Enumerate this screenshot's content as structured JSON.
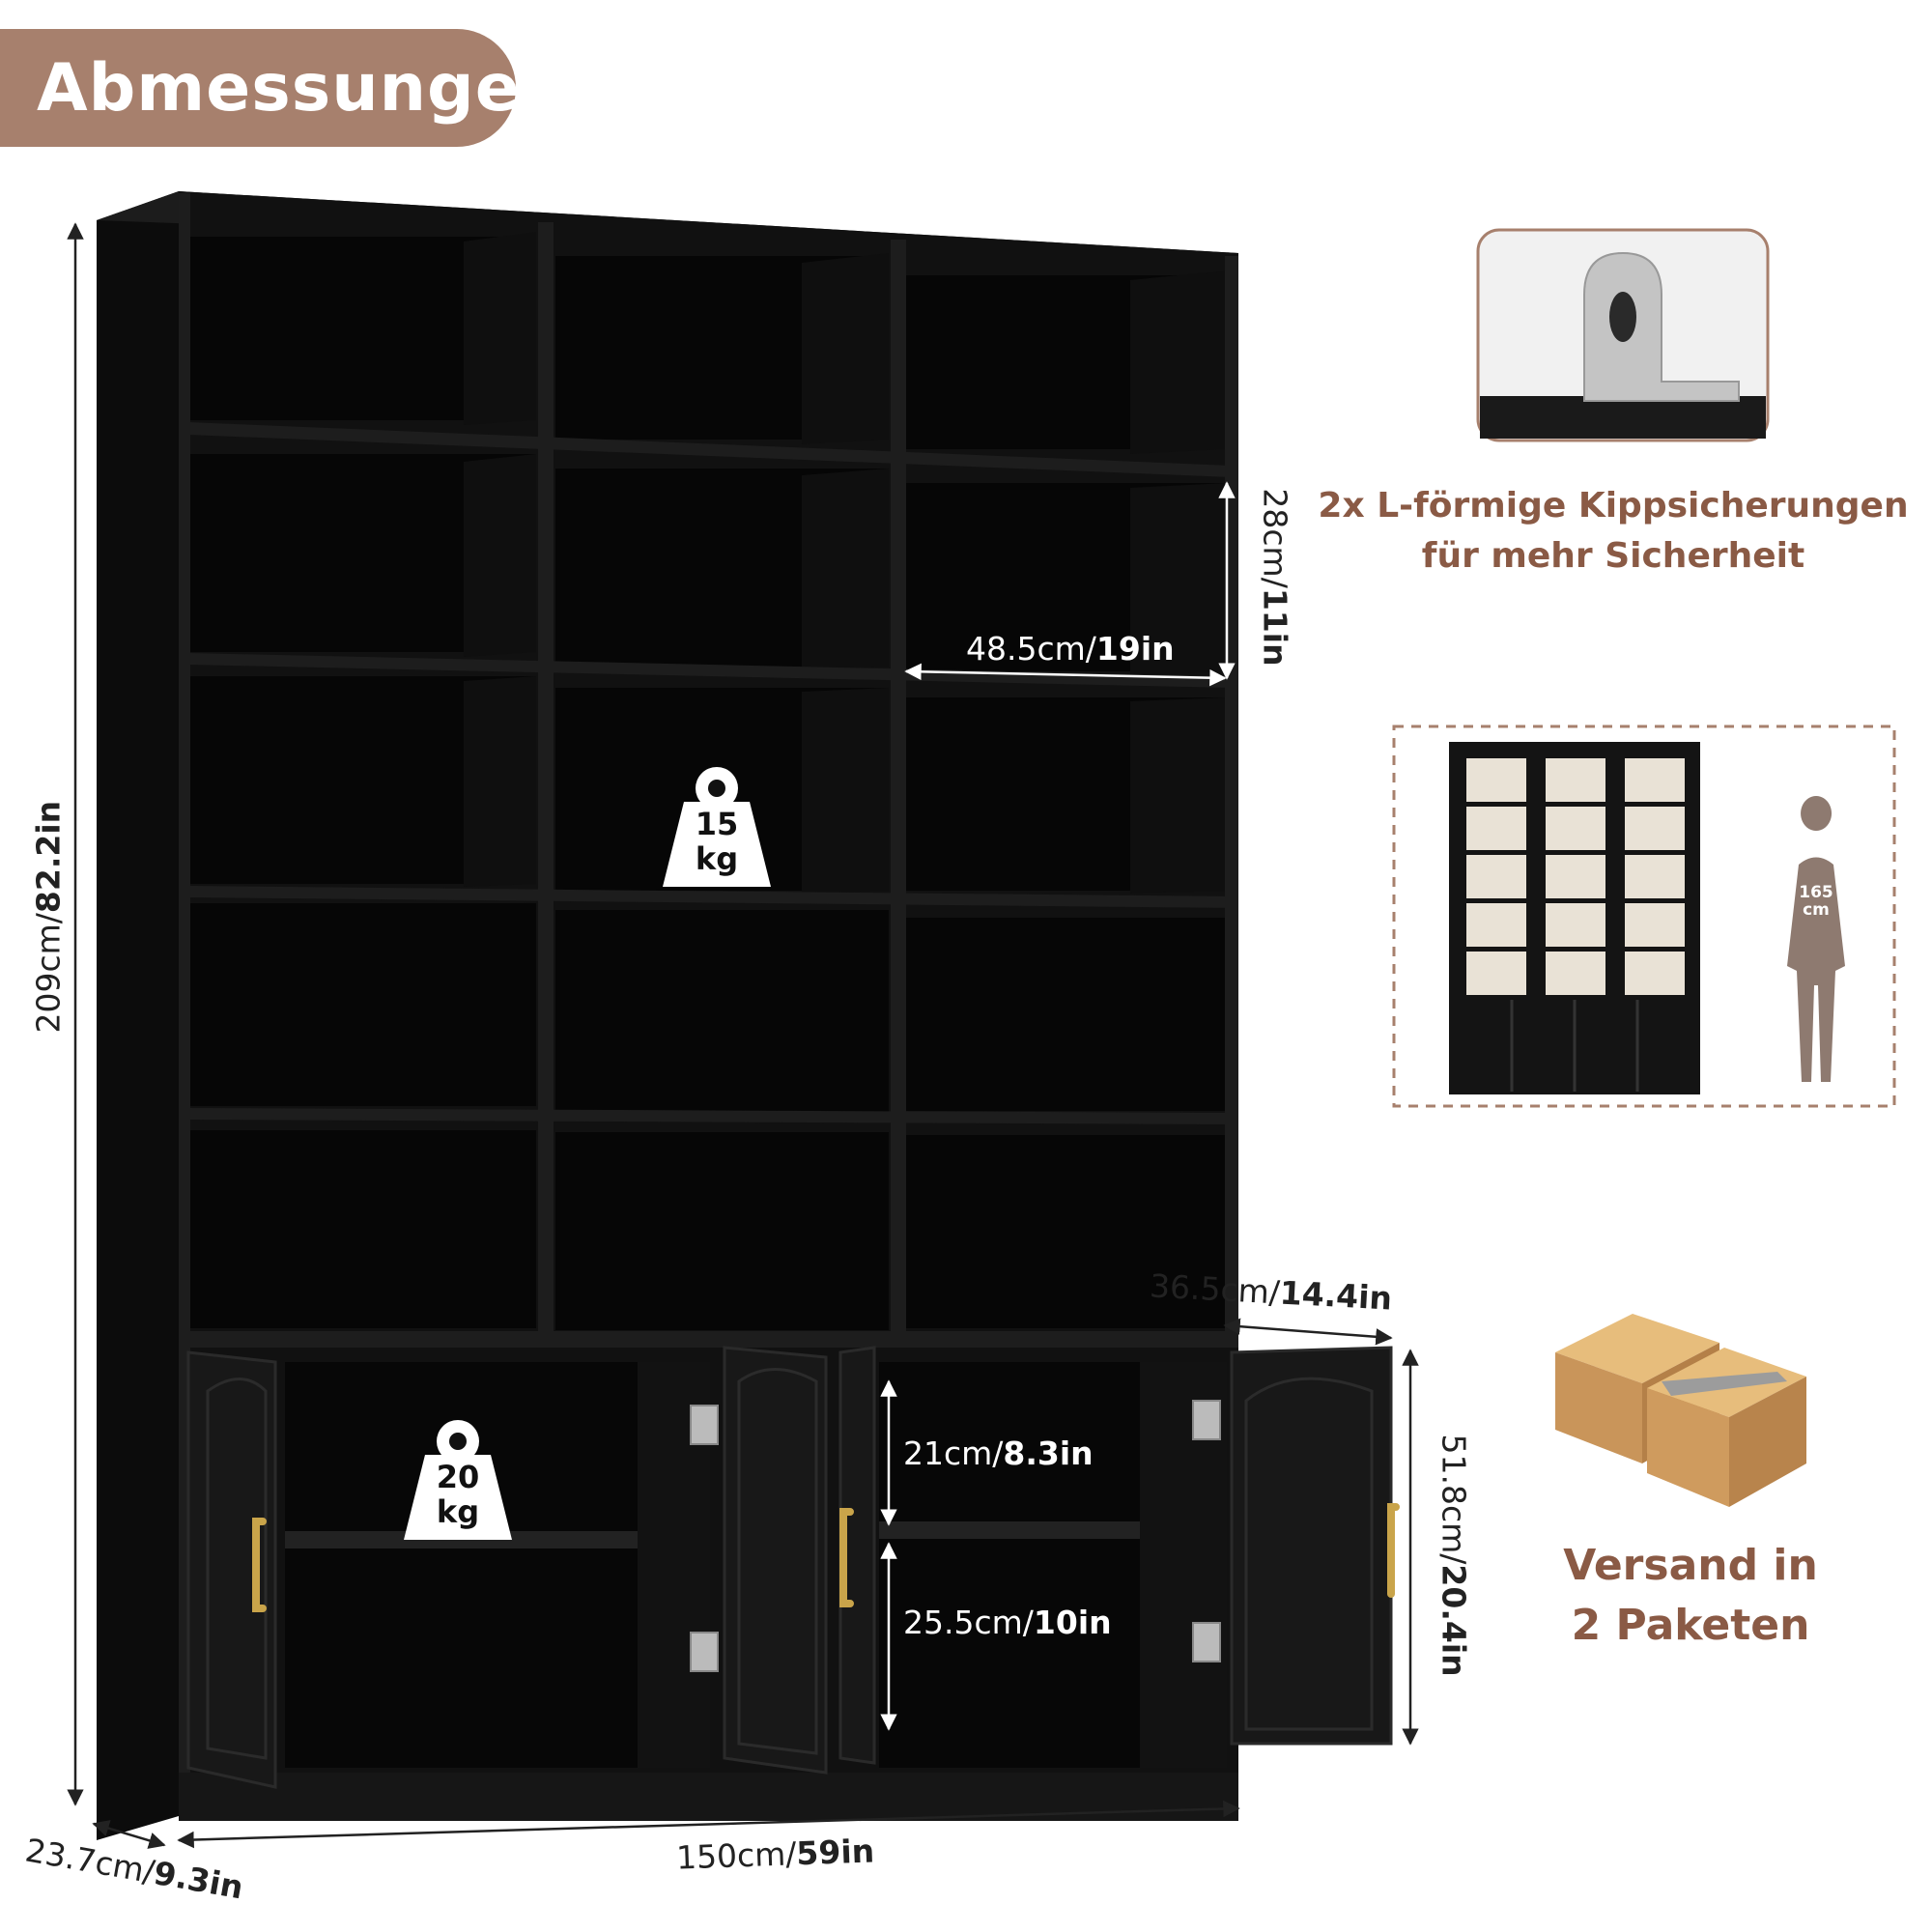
{
  "header": {
    "title": "Abmessungen"
  },
  "dimensions": {
    "height": {
      "metric": "209cm",
      "imperial": "82.2in"
    },
    "width": {
      "metric": "150cm",
      "imperial": "59in"
    },
    "depth": {
      "metric": "23.7cm",
      "imperial": "9.3in"
    },
    "shelf_height": {
      "metric": "28cm",
      "imperial": "11in"
    },
    "shelf_width": {
      "metric": "48.5cm",
      "imperial": "19in"
    },
    "cabinet_depth": {
      "metric": "36.5cm",
      "imperial": "14.4in"
    },
    "cabinet_height": {
      "metric": "51.8cm",
      "imperial": "20.4in"
    },
    "cabinet_upper": {
      "metric": "21cm",
      "imperial": "8.3in"
    },
    "cabinet_lower": {
      "metric": "25.5cm",
      "imperial": "10in"
    }
  },
  "weights": {
    "shelf": {
      "value": "15",
      "unit": "kg"
    },
    "cabinet": {
      "value": "20",
      "unit": "kg"
    }
  },
  "features": {
    "anti_tip": {
      "line1": "2x L-förmige Kippsicherungen",
      "line2": "für mehr Sicherheit"
    },
    "person_height": {
      "value": "165",
      "unit": "cm"
    },
    "shipping": {
      "line1": "Versand in",
      "line2": "2 Paketen"
    }
  },
  "colors": {
    "accent": "#a7806d",
    "accent_text": "#8a5a45",
    "furniture": "#141414",
    "handle": "#c9a44a"
  }
}
